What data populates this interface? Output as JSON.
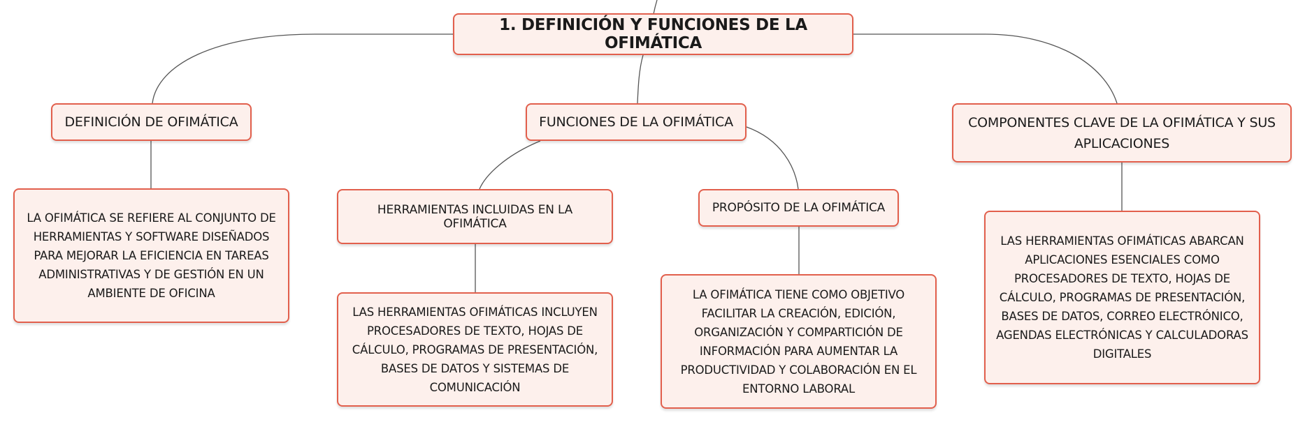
{
  "colors": {
    "node_border": "#e25f4c",
    "node_fill": "#fdf0ec",
    "connector": "#555555",
    "text": "#1a1a1a"
  },
  "root": {
    "label": "1. DEFINICIÓN Y FUNCIONES DE LA OFIMÁTICA"
  },
  "branches": {
    "definicion": {
      "label": "DEFINICIÓN DE OFIMÁTICA",
      "detail": "LA OFIMÁTICA SE REFIERE AL CONJUNTO DE HERRAMIENTAS Y SOFTWARE DISEÑADOS PARA MEJORAR LA EFICIENCIA EN TAREAS ADMINISTRATIVAS Y DE GESTIÓN EN UN AMBIENTE DE OFICINA"
    },
    "funciones": {
      "label": "FUNCIONES DE LA OFIMÁTICA",
      "herramientas": {
        "label": "HERRAMIENTAS INCLUIDAS EN LA OFIMÁTICA",
        "detail": "LAS HERRAMIENTAS OFIMÁTICAS INCLUYEN PROCESADORES DE TEXTO, HOJAS DE CÁLCULO, PROGRAMAS DE PRESENTACIÓN, BASES DE DATOS Y SISTEMAS DE COMUNICACIÓN"
      },
      "proposito": {
        "label": "PROPÓSITO DE LA OFIMÁTICA",
        "detail": "LA OFIMÁTICA TIENE COMO OBJETIVO FACILITAR LA CREACIÓN, EDICIÓN, ORGANIZACIÓN Y COMPARTICIÓN DE INFORMACIÓN PARA AUMENTAR LA PRODUCTIVIDAD Y COLABORACIÓN EN EL ENTORNO LABORAL"
      }
    },
    "componentes": {
      "label": "COMPONENTES CLAVE DE LA OFIMÁTICA Y SUS APLICACIONES",
      "detail": "LAS HERRAMIENTAS OFIMÁTICAS ABARCAN APLICACIONES ESENCIALES COMO PROCESADORES DE TEXTO, HOJAS DE CÁLCULO, PROGRAMAS DE PRESENTACIÓN, BASES DE DATOS, CORREO ELECTRÓNICO, AGENDAS ELECTRÓNICAS Y CALCULADORAS DIGITALES"
    }
  }
}
